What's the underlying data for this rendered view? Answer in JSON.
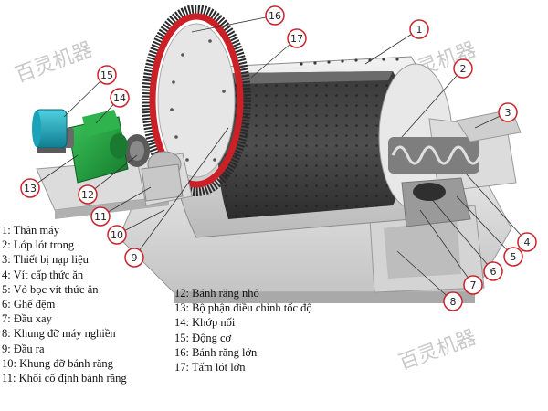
{
  "callouts": [
    {
      "num": "1",
      "label": "Thân máy"
    },
    {
      "num": "2",
      "label": "Lớp lót trong"
    },
    {
      "num": "3",
      "label": "Thiết bị nạp liệu"
    },
    {
      "num": "4",
      "label": "Vít cấp thức ăn"
    },
    {
      "num": "5",
      "label": "Vỏ bọc vít thức ăn"
    },
    {
      "num": "6",
      "label": "Ghế đệm"
    },
    {
      "num": "7",
      "label": "Đầu xay"
    },
    {
      "num": "8",
      "label": "Khung đỡ máy nghiền"
    },
    {
      "num": "9",
      "label": "Đầu ra"
    },
    {
      "num": "10",
      "label": "Khung đỡ bánh răng"
    },
    {
      "num": "11",
      "label": "Khối cố định bánh răng"
    },
    {
      "num": "12",
      "label": "Bánh răng nhỏ"
    },
    {
      "num": "13",
      "label": "Bộ phận điều chỉnh tốc độ"
    },
    {
      "num": "14",
      "label": "Khớp nối"
    },
    {
      "num": "15",
      "label": "Động cơ"
    },
    {
      "num": "16",
      "label": "Bánh răng lớn"
    },
    {
      "num": "17",
      "label": "Tấm lót lớn"
    }
  ],
  "legend_left": [
    "1: Thân máy",
    "2: Lớp lót trong",
    "3: Thiết bị nạp liệu",
    "4: Vít cấp thức ăn",
    "5: Vỏ bọc vít thức ăn",
    "6: Ghế đệm",
    "7: Đầu xay",
    "8: Khung đỡ máy nghiền",
    "9: Đầu ra",
    "10: Khung đỡ bánh răng",
    "11: Khối cố định bánh răng"
  ],
  "legend_right": [
    "12: Bánh răng nhỏ",
    "13: Bộ phận điều chỉnh tốc độ",
    "14: Khớp nối",
    "15: Động cơ",
    "16: Bánh răng lớn",
    "17: Tấm lót lớn"
  ],
  "watermark": "百灵机器",
  "colors": {
    "callout_red": "#c8242b",
    "motor_teal": "#1aa3b8",
    "gearbox_green": "#1f9a3a",
    "gear_red": "#cc1f26",
    "shell_gray": "#e2e2e2"
  }
}
